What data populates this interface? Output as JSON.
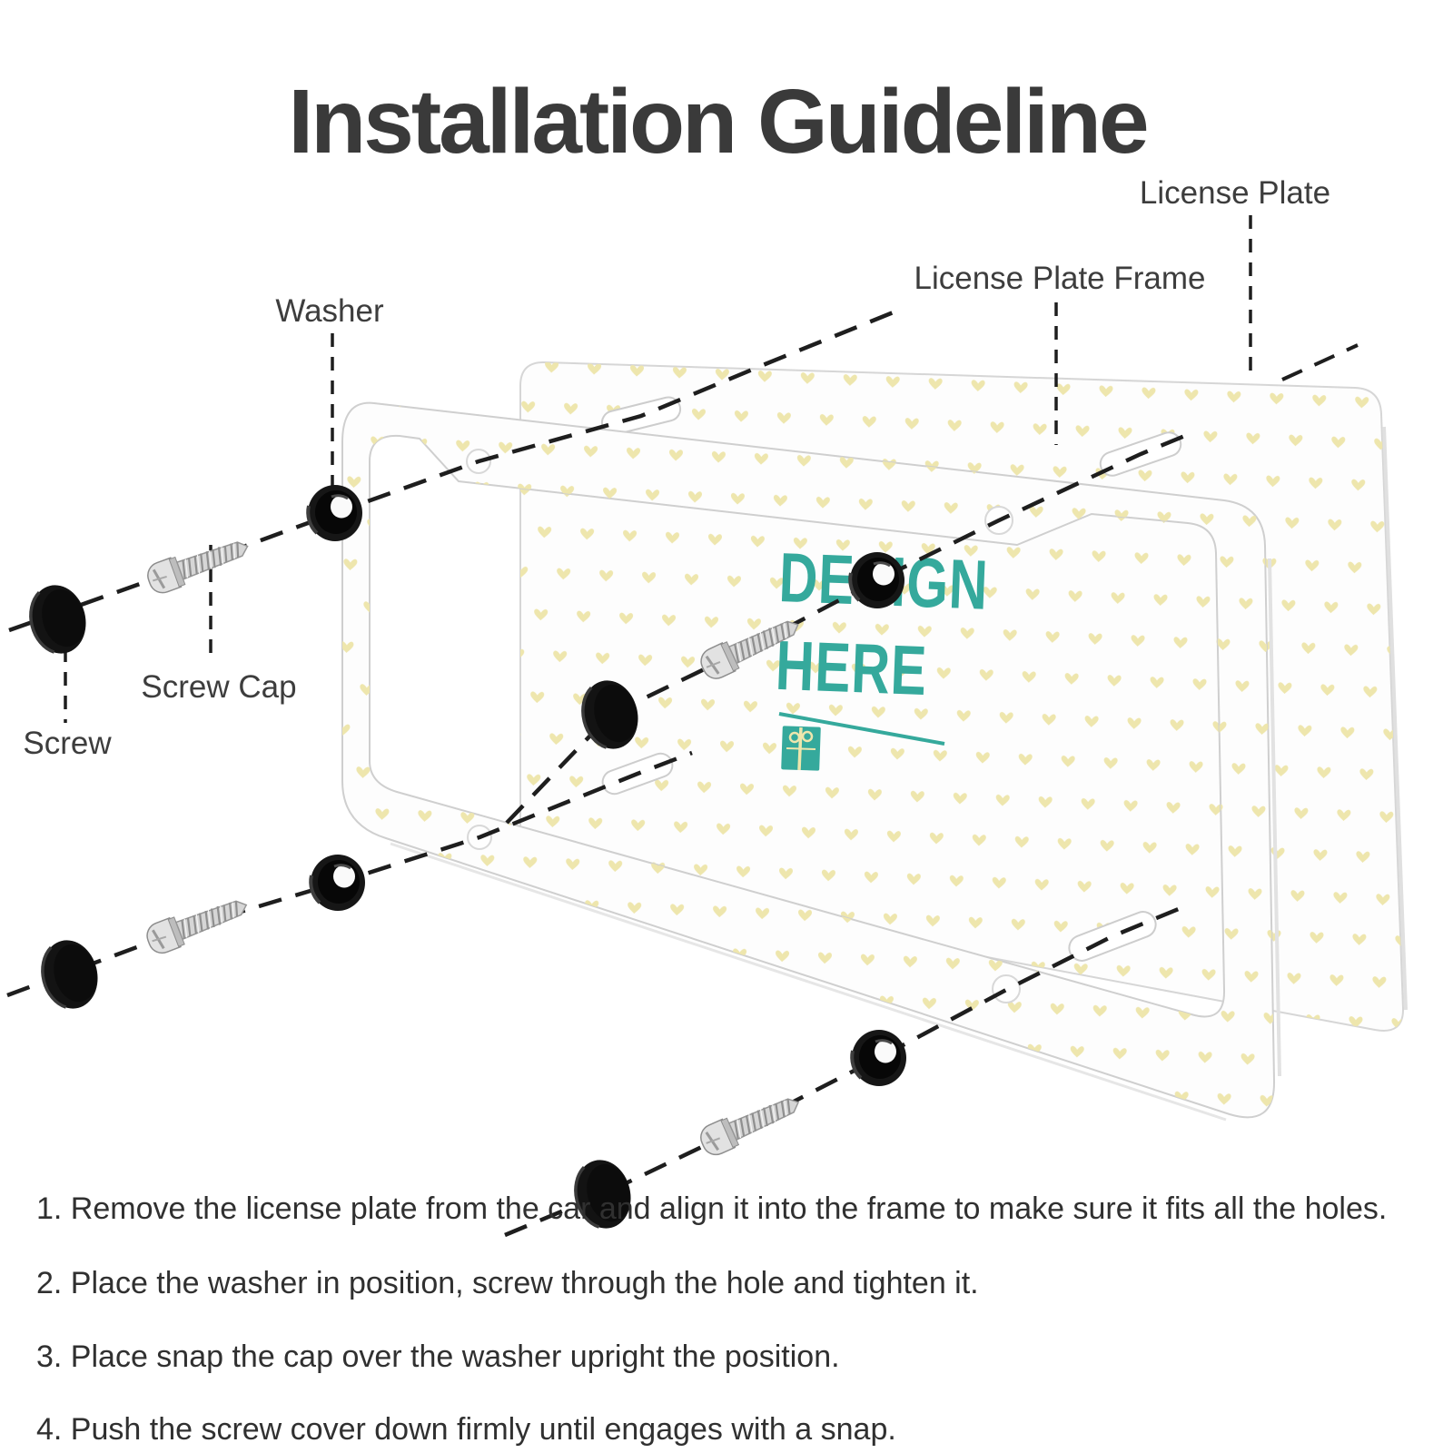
{
  "title": "Installation Guideline",
  "labels": {
    "license_plate": "License Plate",
    "license_plate_frame": "License Plate Frame",
    "washer": "Washer",
    "screw_cap": "Screw Cap",
    "screw": "Screw"
  },
  "plate": {
    "design_line1": "DESIGN",
    "design_line2": "HERE"
  },
  "instructions": [
    "1. Remove the license plate from the car and align it into the frame to make sure it fits all the holes.",
    "2. Place the washer in position, screw through the hole and tighten it.",
    "3. Place snap the cap over the washer upright the position.",
    "4. Push the screw cover down firmly until engages with a snap."
  ],
  "colors": {
    "accent_teal": "#35a99c",
    "heart_pattern": "#eee6ad",
    "leader_line": "#1e1e1e",
    "title_text": "#3a3a3a",
    "body_text": "#303030"
  }
}
